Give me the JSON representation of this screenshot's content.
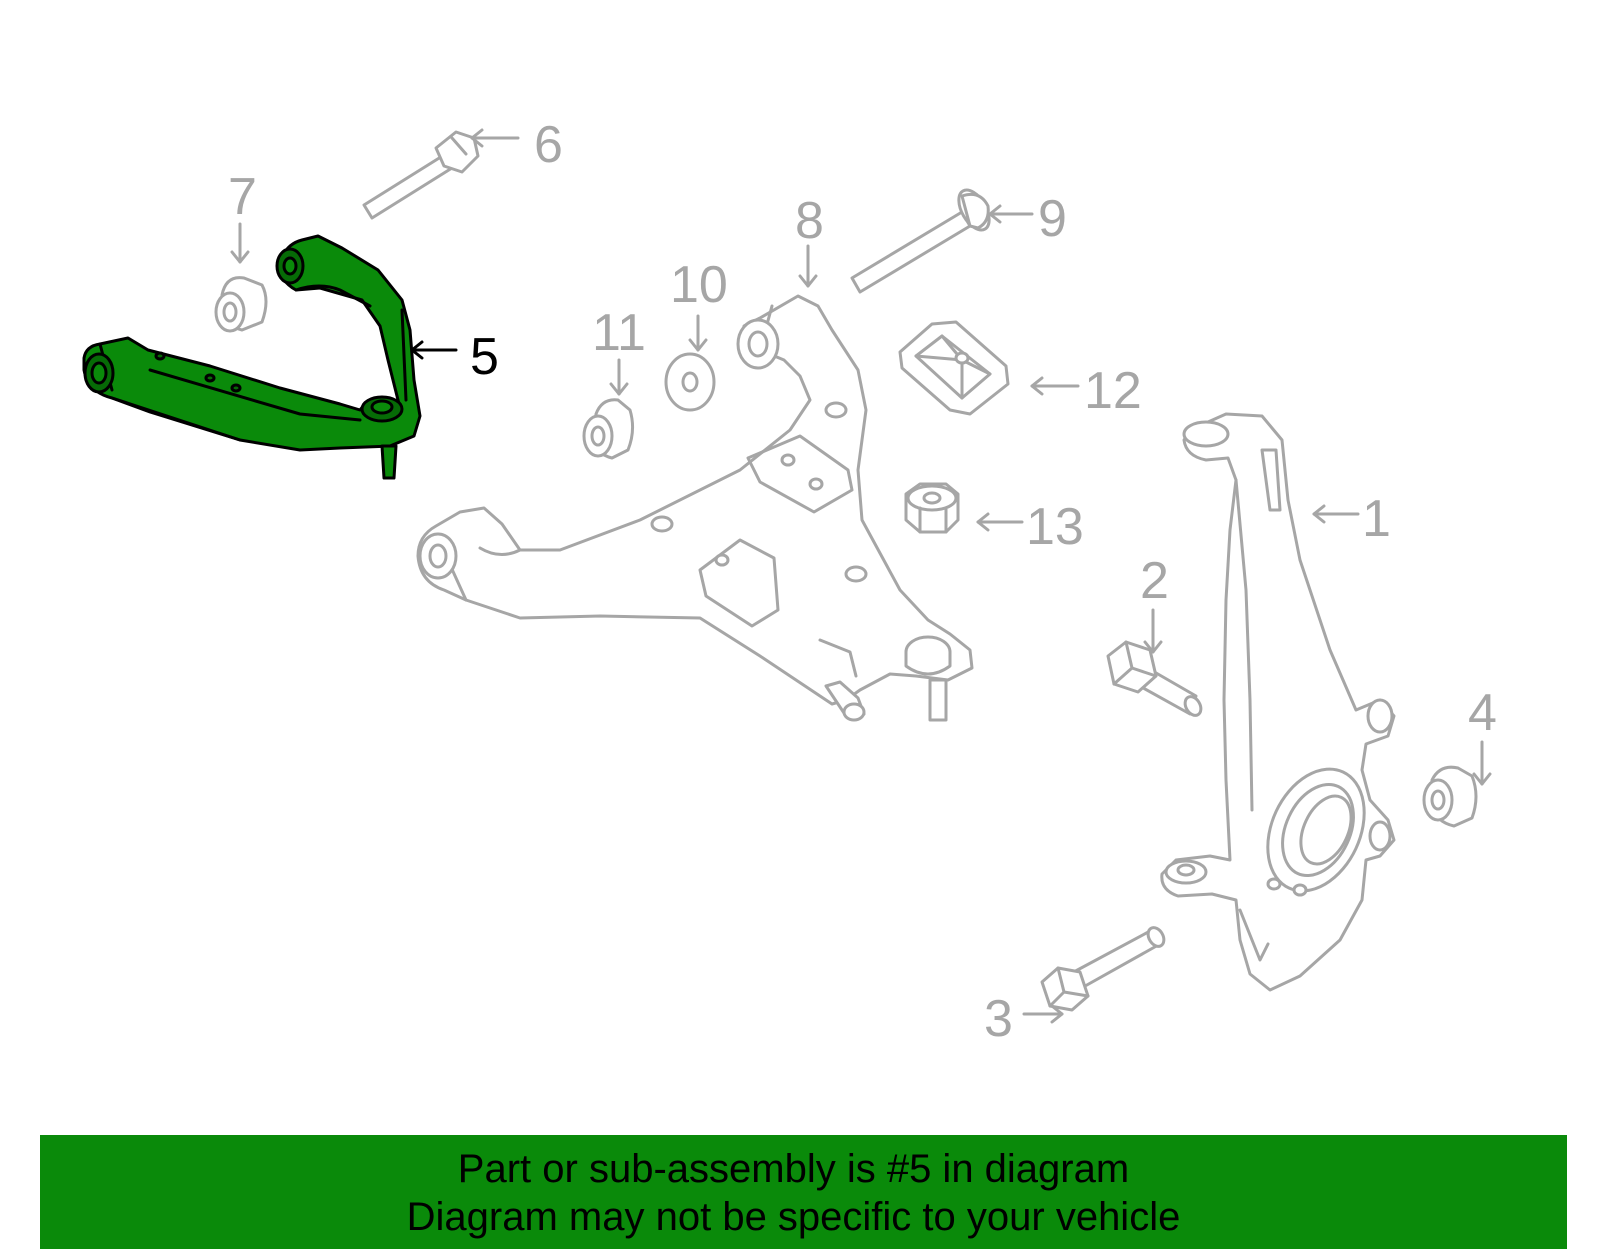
{
  "colors": {
    "highlight": "#0a8a0a",
    "highlight_dark": "#066b06",
    "part_outline": "#a6a6a6",
    "callout_gray": "#a6a6a6",
    "callout_active": "#000000",
    "banner_bg": "#0a8a0a"
  },
  "callouts": {
    "c1": "1",
    "c2": "2",
    "c3": "3",
    "c4": "4",
    "c5": "5",
    "c6": "6",
    "c7": "7",
    "c8": "8",
    "c9": "9",
    "c10": "10",
    "c11": "11",
    "c12": "12",
    "c13": "13"
  },
  "highlighted_part": "5",
  "banner": {
    "line1": "Part or sub-assembly is #5 in diagram",
    "line2": "Diagram may not be specific to your vehicle"
  }
}
